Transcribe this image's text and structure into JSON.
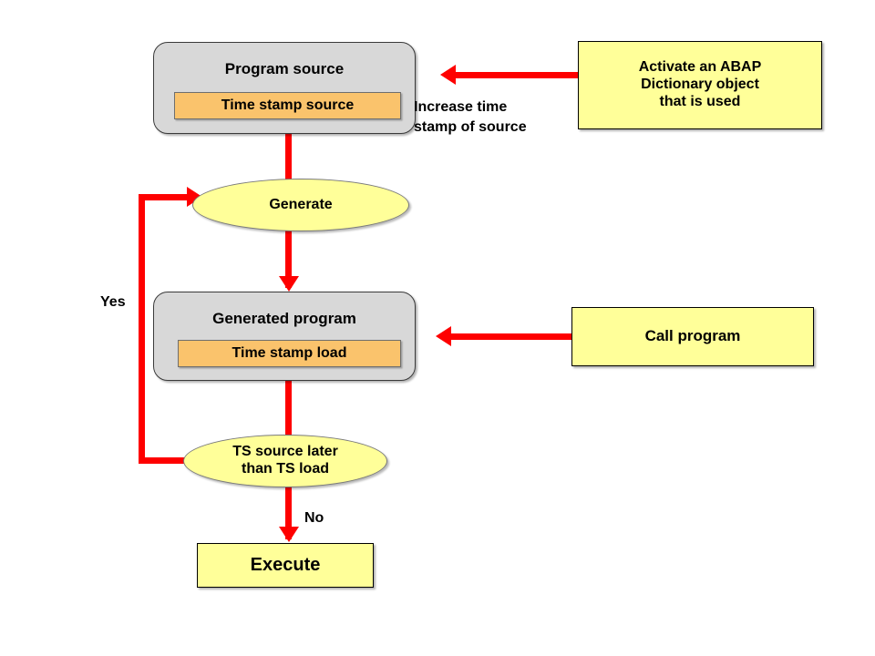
{
  "diagram": {
    "title": "ABAP program timestamp generation flow",
    "colors": {
      "arrow_red": "#fe0000",
      "yellow_fill": "#ffff99",
      "grey_fill": "#d8d8d8",
      "orange_fill": "#fac36c",
      "outline_black": "#000000",
      "background": "#ffffff"
    },
    "nodes": {
      "program_source": {
        "title": "Program source",
        "stamp": "Time stamp source"
      },
      "generate": {
        "label": "Generate"
      },
      "generated_program": {
        "title": "Generated program",
        "stamp": "Time stamp load"
      },
      "decision": {
        "label": "TS source later\nthan TS load"
      },
      "execute": {
        "label": "Execute"
      },
      "activate_abap": {
        "label": "Activate an ABAP\nDictionary object\nthat is used"
      },
      "call_program": {
        "label": "Call program"
      }
    },
    "edge_labels": {
      "increase_timestamp": "Increase time\nstamp of source",
      "yes": "Yes",
      "no": "No"
    }
  }
}
